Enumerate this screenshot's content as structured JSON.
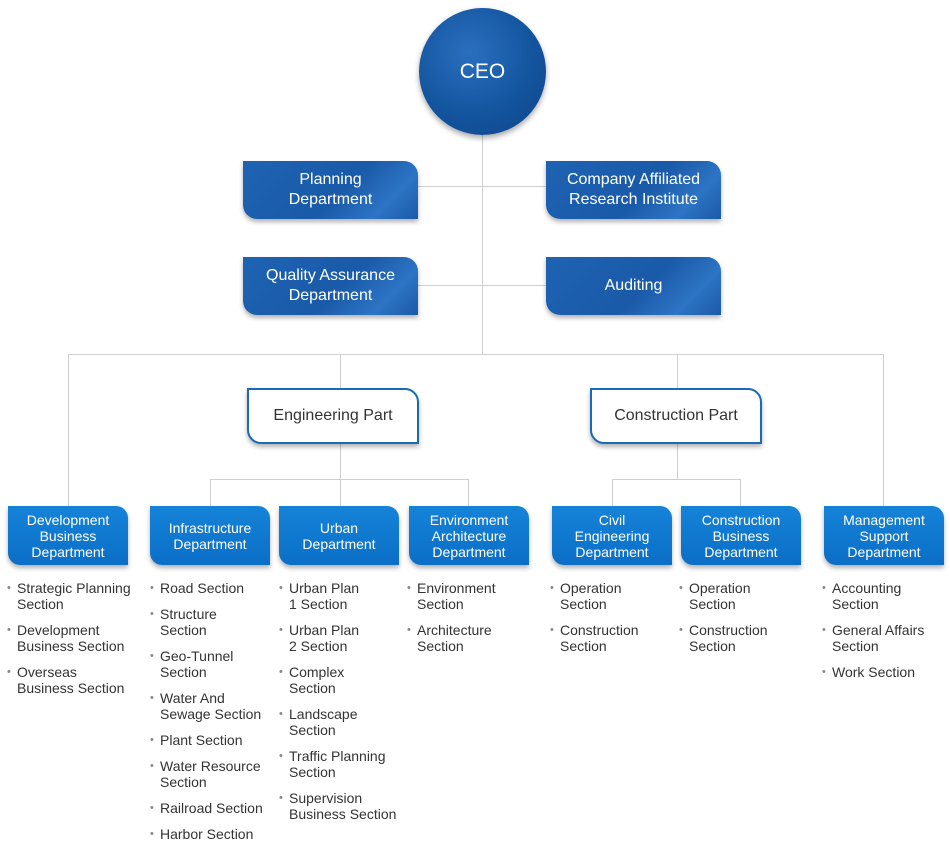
{
  "ceo": "CEO",
  "staff": {
    "planning": "Planning Department",
    "research": "Company Affiliated Research Institute",
    "quality": "Quality Assurance Department",
    "auditing": "Auditing"
  },
  "parts": {
    "engineering": "Engineering Part",
    "construction": "Construction Part"
  },
  "departments": [
    {
      "name": "Development Business Department",
      "sections": [
        "Strategic Planning Section",
        "Development Business Section",
        "Overseas Business Section"
      ]
    },
    {
      "name": "Infrastructure Department",
      "sections": [
        "Road Section",
        "Structure Section",
        "Geo-Tunnel Section",
        "Water And Sewage Section",
        "Plant Section",
        "Water Resource Section",
        "Railroad Section",
        "Harbor Section"
      ]
    },
    {
      "name": "Urban Department",
      "sections": [
        "Urban Plan 1 Section",
        "Urban Plan 2 Section",
        "Complex Section",
        "Landscape Section",
        "Traffic Planning Section",
        "Supervision Business Section"
      ]
    },
    {
      "name": "Environment Architecture Department",
      "sections": [
        "Environment Section",
        "Architecture Section"
      ]
    },
    {
      "name": "Civil Engineering Department",
      "sections": [
        "Operation Section",
        "Construction Section"
      ]
    },
    {
      "name": "Construction Business Department",
      "sections": [
        "Operation Section",
        "Construction Section"
      ]
    },
    {
      "name": "Management Support Department",
      "sections": [
        "Accounting Section",
        "General Affairs Section",
        "Work Section"
      ]
    }
  ]
}
